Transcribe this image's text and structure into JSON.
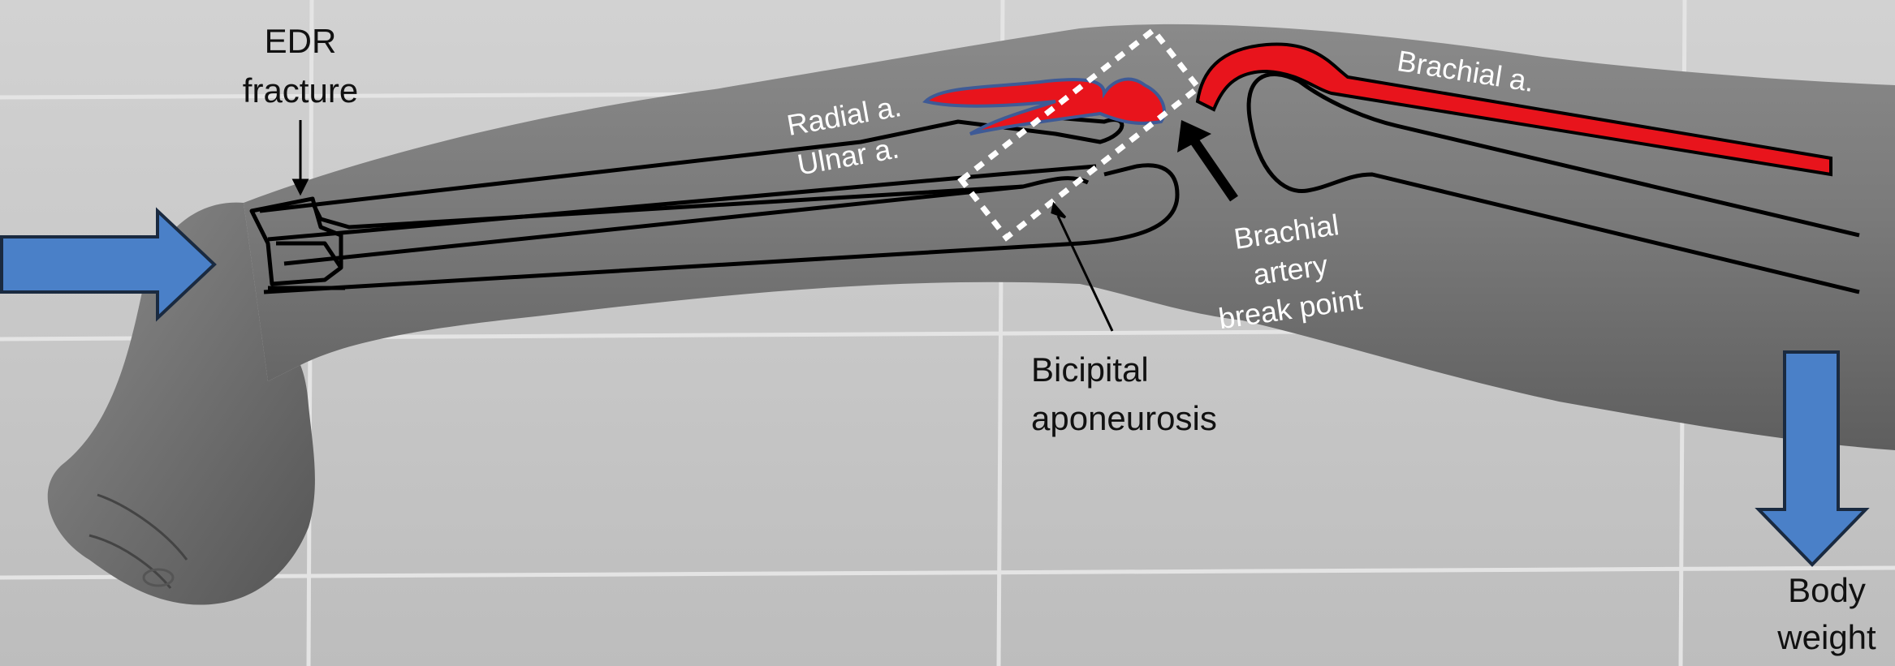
{
  "labels": {
    "edr_line1": "EDR",
    "edr_line2": "fracture",
    "radial": "Radial a.",
    "ulnar": "Ulnar a.",
    "brachial": "Brachial a.",
    "break_line1": "Brachial",
    "break_line2": "artery",
    "break_line3": "break point",
    "bicipital_line1": "Bicipital",
    "bicipital_line2": "aponeurosis",
    "body_line1": "Body",
    "body_line2": "weight"
  },
  "colors": {
    "artery_fill": "#e8141c",
    "artery_outline": "#3e5a96",
    "force_arrow": "#4a80c8",
    "force_arrow_stroke": "#1a2a40",
    "bone_outline": "#000000",
    "dashed_box": "#ffffff",
    "label_dark": "#111111",
    "label_light": "#ffffff"
  },
  "icons": {
    "left_arrow": "arrow-right-icon",
    "right_arrow": "arrow-down-icon",
    "break_arrow": "arrow-up-left-icon"
  }
}
